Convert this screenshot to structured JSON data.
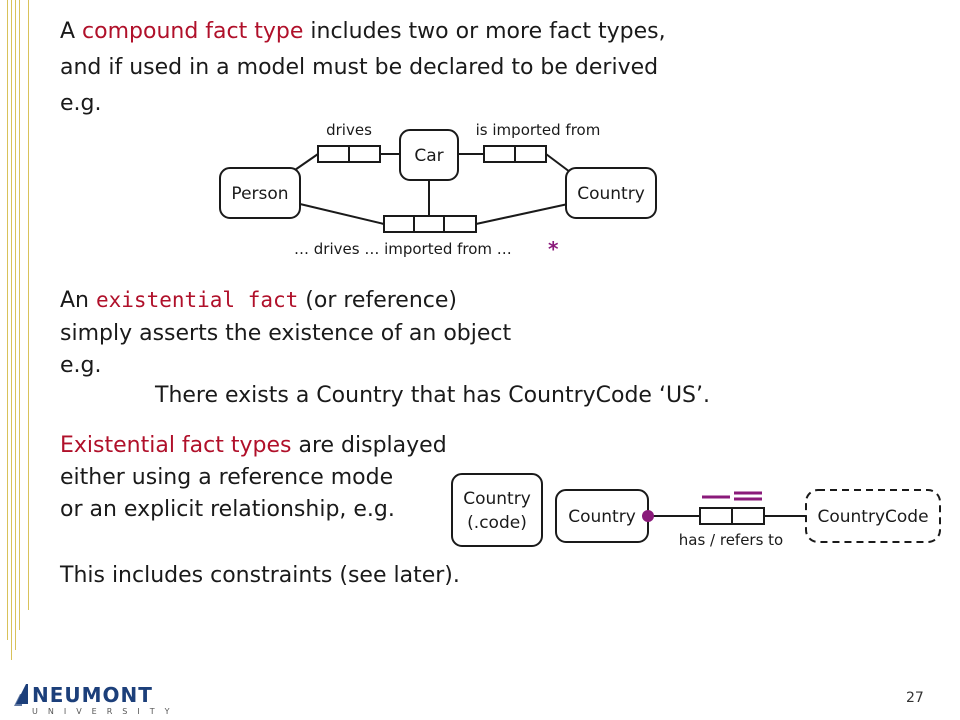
{
  "colors": {
    "accent_red": "#b0102a",
    "constraint_purple": "#8a1a7a",
    "rule_gold": "#d9c25a"
  },
  "paragraph1": {
    "line1_pre": "A ",
    "line1_term": "compound fact type",
    "line1_post": " includes two or more fact types,",
    "line2": "and if used in a model must be declared to be derived",
    "line3": "e.g."
  },
  "diagram1": {
    "car": "Car",
    "person": "Person",
    "country": "Country",
    "drives_label": "drives",
    "imported_label": "is imported from",
    "derived_label": "… drives … imported from …",
    "derived_mark": "*"
  },
  "paragraph2": {
    "line1_pre": "An ",
    "line1_term": "existential fact",
    "line1_post": " (or reference)",
    "line2": "simply asserts the existence of an object",
    "line3": "e.g.",
    "example": "There exists a Country that has CountryCode ‘US’."
  },
  "paragraph3": {
    "line1_term": "Existential fact types",
    "line1_post": " are displayed",
    "line2": "either using a reference mode",
    "line3": "or an explicit relationship, e.g.",
    "line4": "This includes constraints (see later)."
  },
  "diagram2": {
    "refmode_line1": "Country",
    "refmode_line2": "(.code)",
    "country": "Country",
    "country_code": "CountryCode",
    "fact_label": "has / refers to"
  },
  "footer": {
    "logo_word": "NEUMONT",
    "logo_sub": "UNIVERSITY",
    "page_number": "27"
  }
}
